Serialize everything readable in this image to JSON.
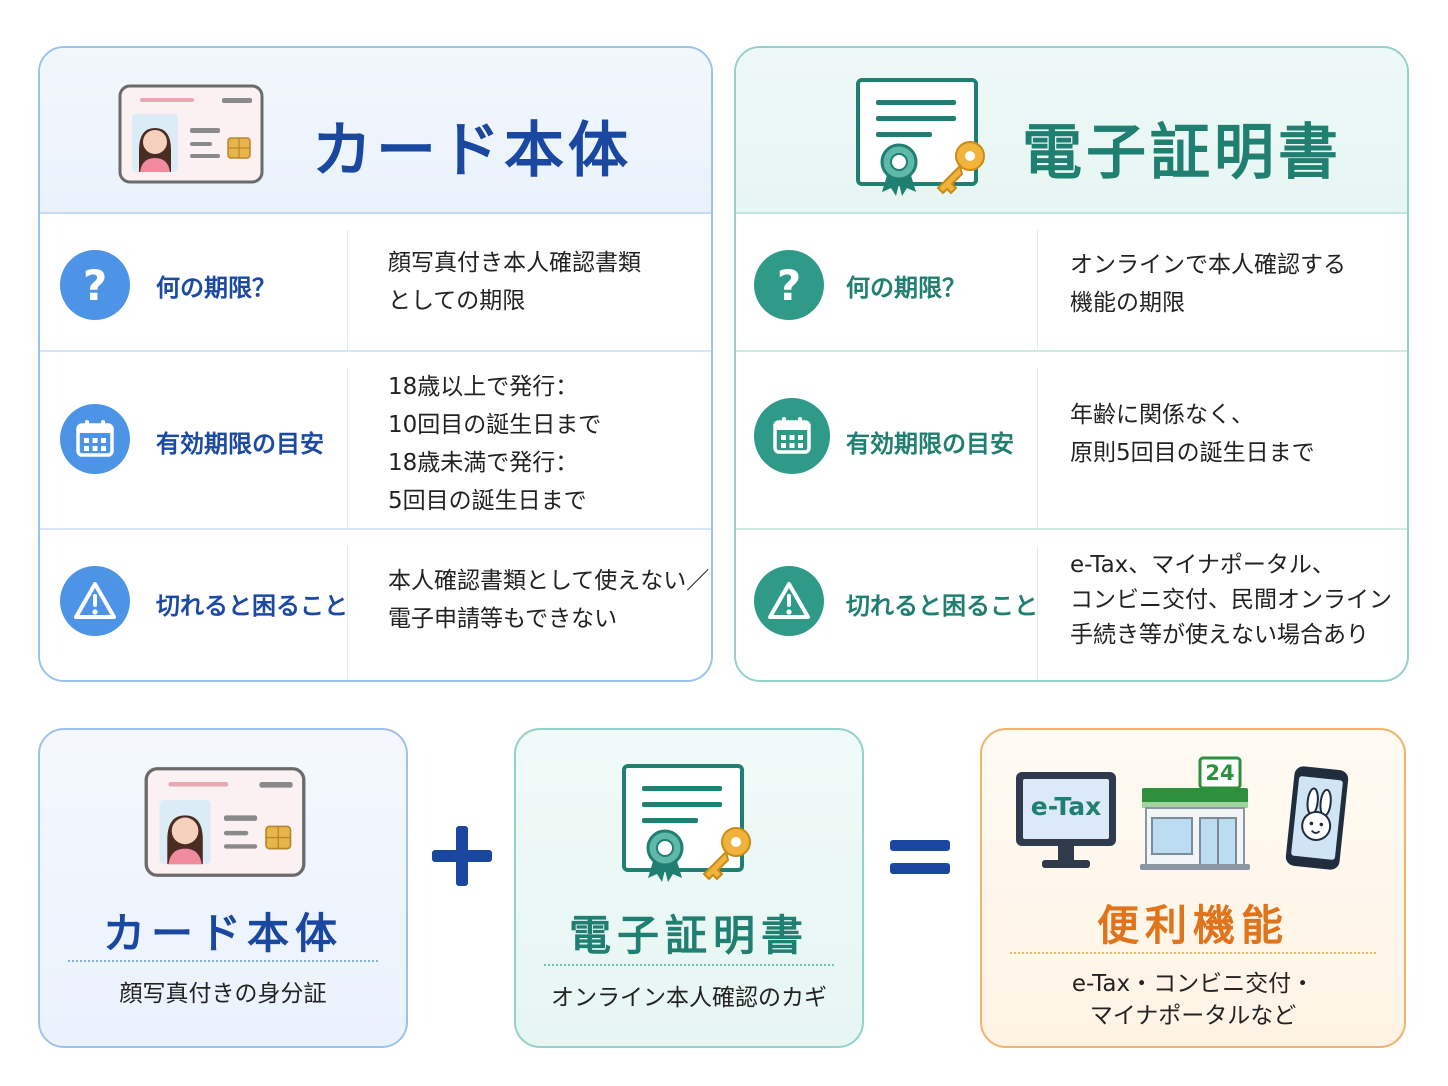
{
  "top_left": {
    "title": "カード本体",
    "rows": [
      {
        "icon": "question-icon",
        "label": "何の期限？",
        "lines": [
          "顔写真付き本人確認書類",
          "としての期限"
        ]
      },
      {
        "icon": "calendar-icon",
        "label": "有効期限の目安",
        "lines": [
          "18歳以上で発行：",
          "10回目の誕生日まで",
          "18歳未満で発行：",
          "5回目の誕生日まで"
        ]
      },
      {
        "icon": "warning-icon",
        "label": "切れると困ること",
        "lines": [
          "本人確認書類として使えない／",
          "電子申請等もできない"
        ]
      }
    ]
  },
  "top_right": {
    "title": "電子証明書",
    "rows": [
      {
        "icon": "question-icon",
        "label": "何の期限？",
        "lines": [
          "オンラインで本人確認する",
          "機能の期限"
        ]
      },
      {
        "icon": "calendar-icon",
        "label": "有効期限の目安",
        "lines": [
          "年齢に関係なく、",
          "原則5回目の誕生日まで"
        ]
      },
      {
        "icon": "warning-icon",
        "label": "切れると困ること",
        "lines": [
          "e-Tax、マイナポータル、",
          "コンビニ交付、民間オンライン",
          "手続き等が使えない場合あり"
        ]
      }
    ]
  },
  "bottom": {
    "card": {
      "title": "カード本体",
      "subtitle": "顔写真付きの身分証"
    },
    "cert": {
      "title": "電子証明書",
      "subtitle": "オンライン本人確認のカギ"
    },
    "result": {
      "title": "便利機能",
      "subtitle_lines": [
        "e-Tax・コンビニ交付・",
        "マイナポータルなど"
      ],
      "monitor_text": "e-Tax",
      "store_badge": "24"
    },
    "plus": "+",
    "equals": "="
  },
  "colors": {
    "blue": "#1a47a0",
    "teal": "#1f7f70",
    "orange": "#e0741c"
  }
}
